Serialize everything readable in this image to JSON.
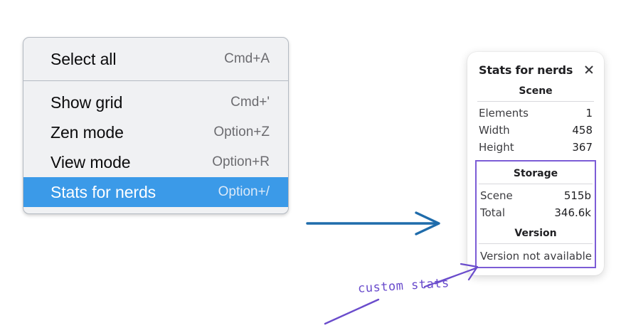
{
  "context_menu": {
    "name": "canvas-context-menu",
    "sections": [
      {
        "items": [
          {
            "label": "Select all",
            "shortcut": "Cmd+A",
            "selected": false
          }
        ]
      },
      {
        "items": [
          {
            "label": "Show grid",
            "shortcut": "Cmd+'",
            "selected": false
          },
          {
            "label": "Zen mode",
            "shortcut": "Option+Z",
            "selected": false
          },
          {
            "label": "View mode",
            "shortcut": "Option+R",
            "selected": false
          },
          {
            "label": "Stats for nerds",
            "shortcut": "Option+/",
            "selected": true
          }
        ]
      }
    ]
  },
  "stats_panel": {
    "title": "Stats for nerds",
    "close_icon": "close-icon",
    "sections": [
      {
        "heading": "Scene",
        "boxed": false,
        "rows": [
          {
            "label": "Elements",
            "value": "1"
          },
          {
            "label": "Width",
            "value": "458"
          },
          {
            "label": "Height",
            "value": "367"
          }
        ]
      },
      {
        "heading": "Storage",
        "boxed": true,
        "rows": [
          {
            "label": "Scene",
            "value": "515b"
          },
          {
            "label": "Total",
            "value": "346.6k"
          }
        ]
      },
      {
        "heading": "Version",
        "boxed": true,
        "text": "Version not available"
      }
    ]
  },
  "annotations": {
    "custom_stats_label": "custom stats",
    "blue_arrow_color": "#1f6cab",
    "purple_color": "#6a4ccc",
    "highlight_color": "#3b9ae8",
    "box_outline_color": "#7c5cd6"
  }
}
